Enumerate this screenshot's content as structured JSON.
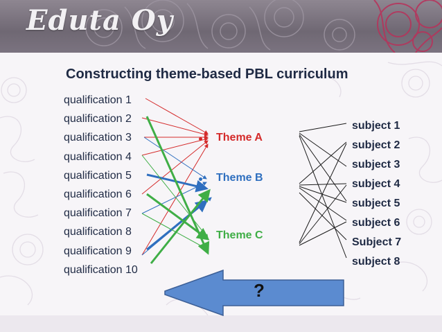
{
  "brand": {
    "logo_text": "Eduta Oy"
  },
  "title": "Constructing theme-based PBL curriculum",
  "qualifications": [
    "qualification 1",
    "qualification 2",
    "qualification 3",
    "qualification 4",
    "qualification 5",
    "qualification 6",
    "qualification 7",
    "qualification 8",
    "qualification 9",
    "qualification 10"
  ],
  "themes": {
    "a": {
      "label": "Theme A",
      "color": "#d42a2a"
    },
    "b": {
      "label": "Theme B",
      "color": "#2f6fbf"
    },
    "c": {
      "label": "Theme C",
      "color": "#3fae46"
    }
  },
  "subjects": [
    "subject 1",
    "subject 2",
    "subject 3",
    "subject 4",
    "subject 5",
    "subject 6",
    "Subject 7",
    "subject 8"
  ],
  "question_arrow": {
    "label": "?",
    "fill": "#5b8bd0"
  }
}
